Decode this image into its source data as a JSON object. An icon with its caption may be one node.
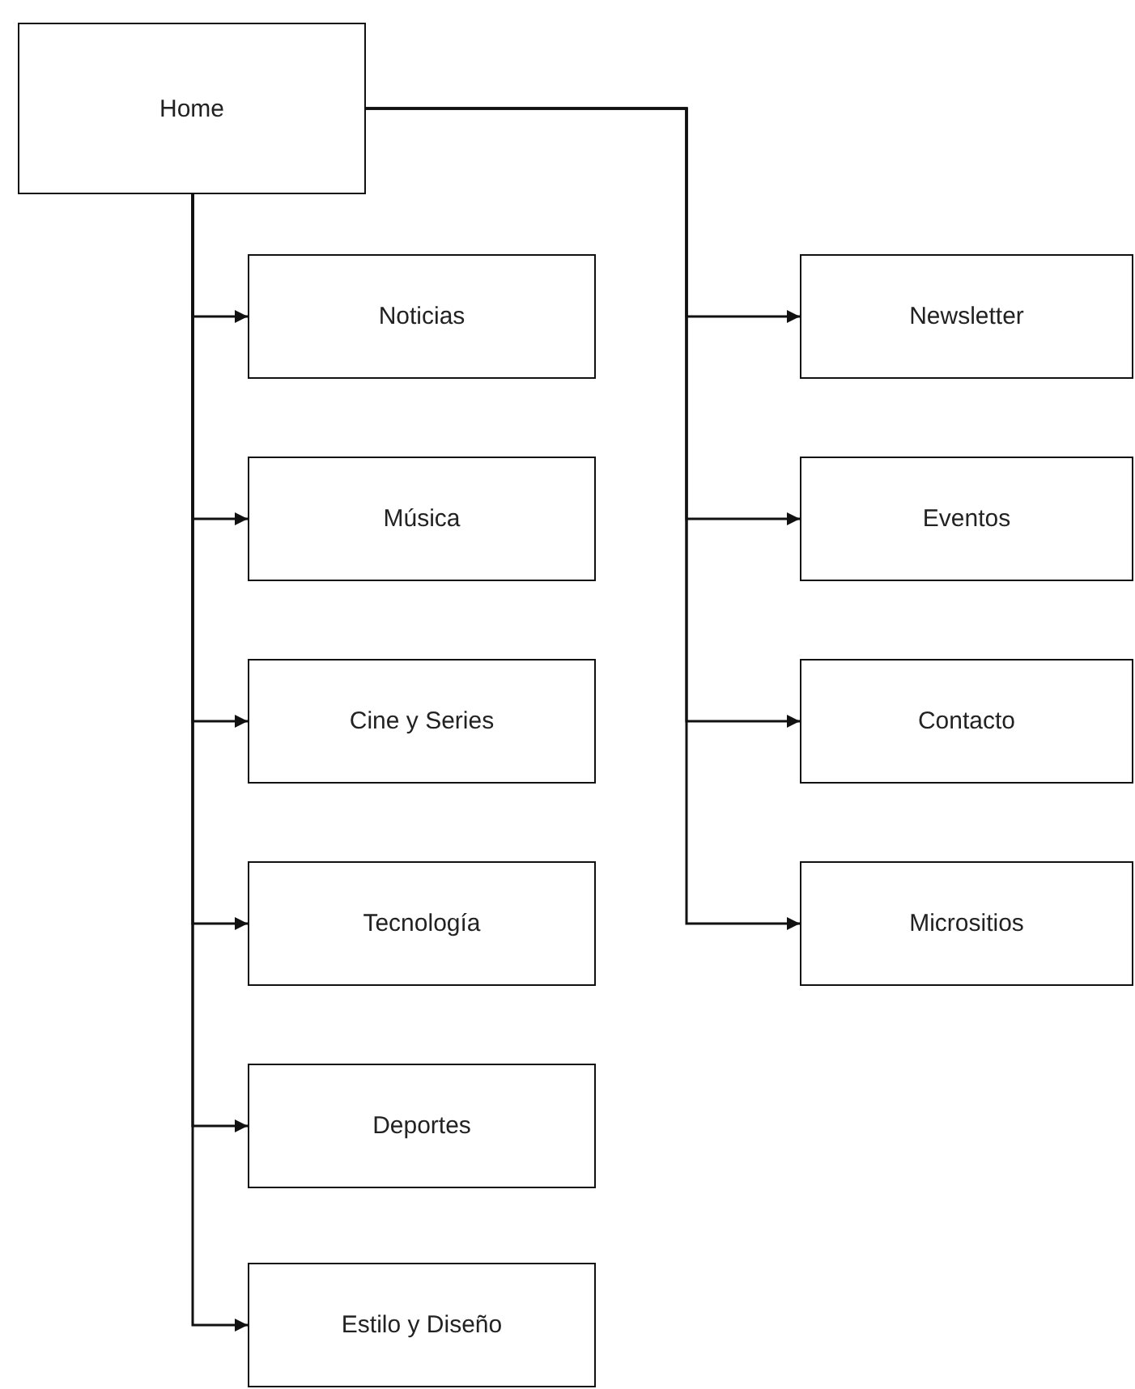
{
  "diagram": {
    "nodes": [
      {
        "text": [
          "Home"
        ]
      },
      {
        "text": [
          "Noticias"
        ]
      },
      {
        "text": [
          "Música"
        ]
      },
      {
        "text": [
          "Cine y Series"
        ]
      },
      {
        "text": [
          "Tecnología"
        ]
      },
      {
        "text": [
          "Deportes"
        ]
      },
      {
        "text": [
          "Estilo y Diseño"
        ]
      },
      {
        "text": [
          "Newsletter"
        ]
      },
      {
        "text": [
          "Eventos"
        ]
      },
      {
        "text": [
          "Contacto"
        ]
      },
      {
        "text": [
          "Micrositios"
        ]
      }
    ],
    "edges": [
      {
        "from": 0,
        "to": 1,
        "arrow": "to"
      },
      {
        "from": 0,
        "to": 2,
        "arrow": "to"
      },
      {
        "from": 0,
        "to": 3,
        "arrow": "to"
      },
      {
        "from": 0,
        "to": 4,
        "arrow": "to"
      },
      {
        "from": 0,
        "to": 5,
        "arrow": "to"
      },
      {
        "from": 0,
        "to": 6,
        "arrow": "to"
      },
      {
        "from": 0,
        "to": 7,
        "arrow": "to"
      },
      {
        "from": 0,
        "to": 8,
        "arrow": "to"
      },
      {
        "from": 0,
        "to": 9,
        "arrow": "to"
      },
      {
        "from": 0,
        "to": 10,
        "arrow": "to"
      }
    ]
  }
}
